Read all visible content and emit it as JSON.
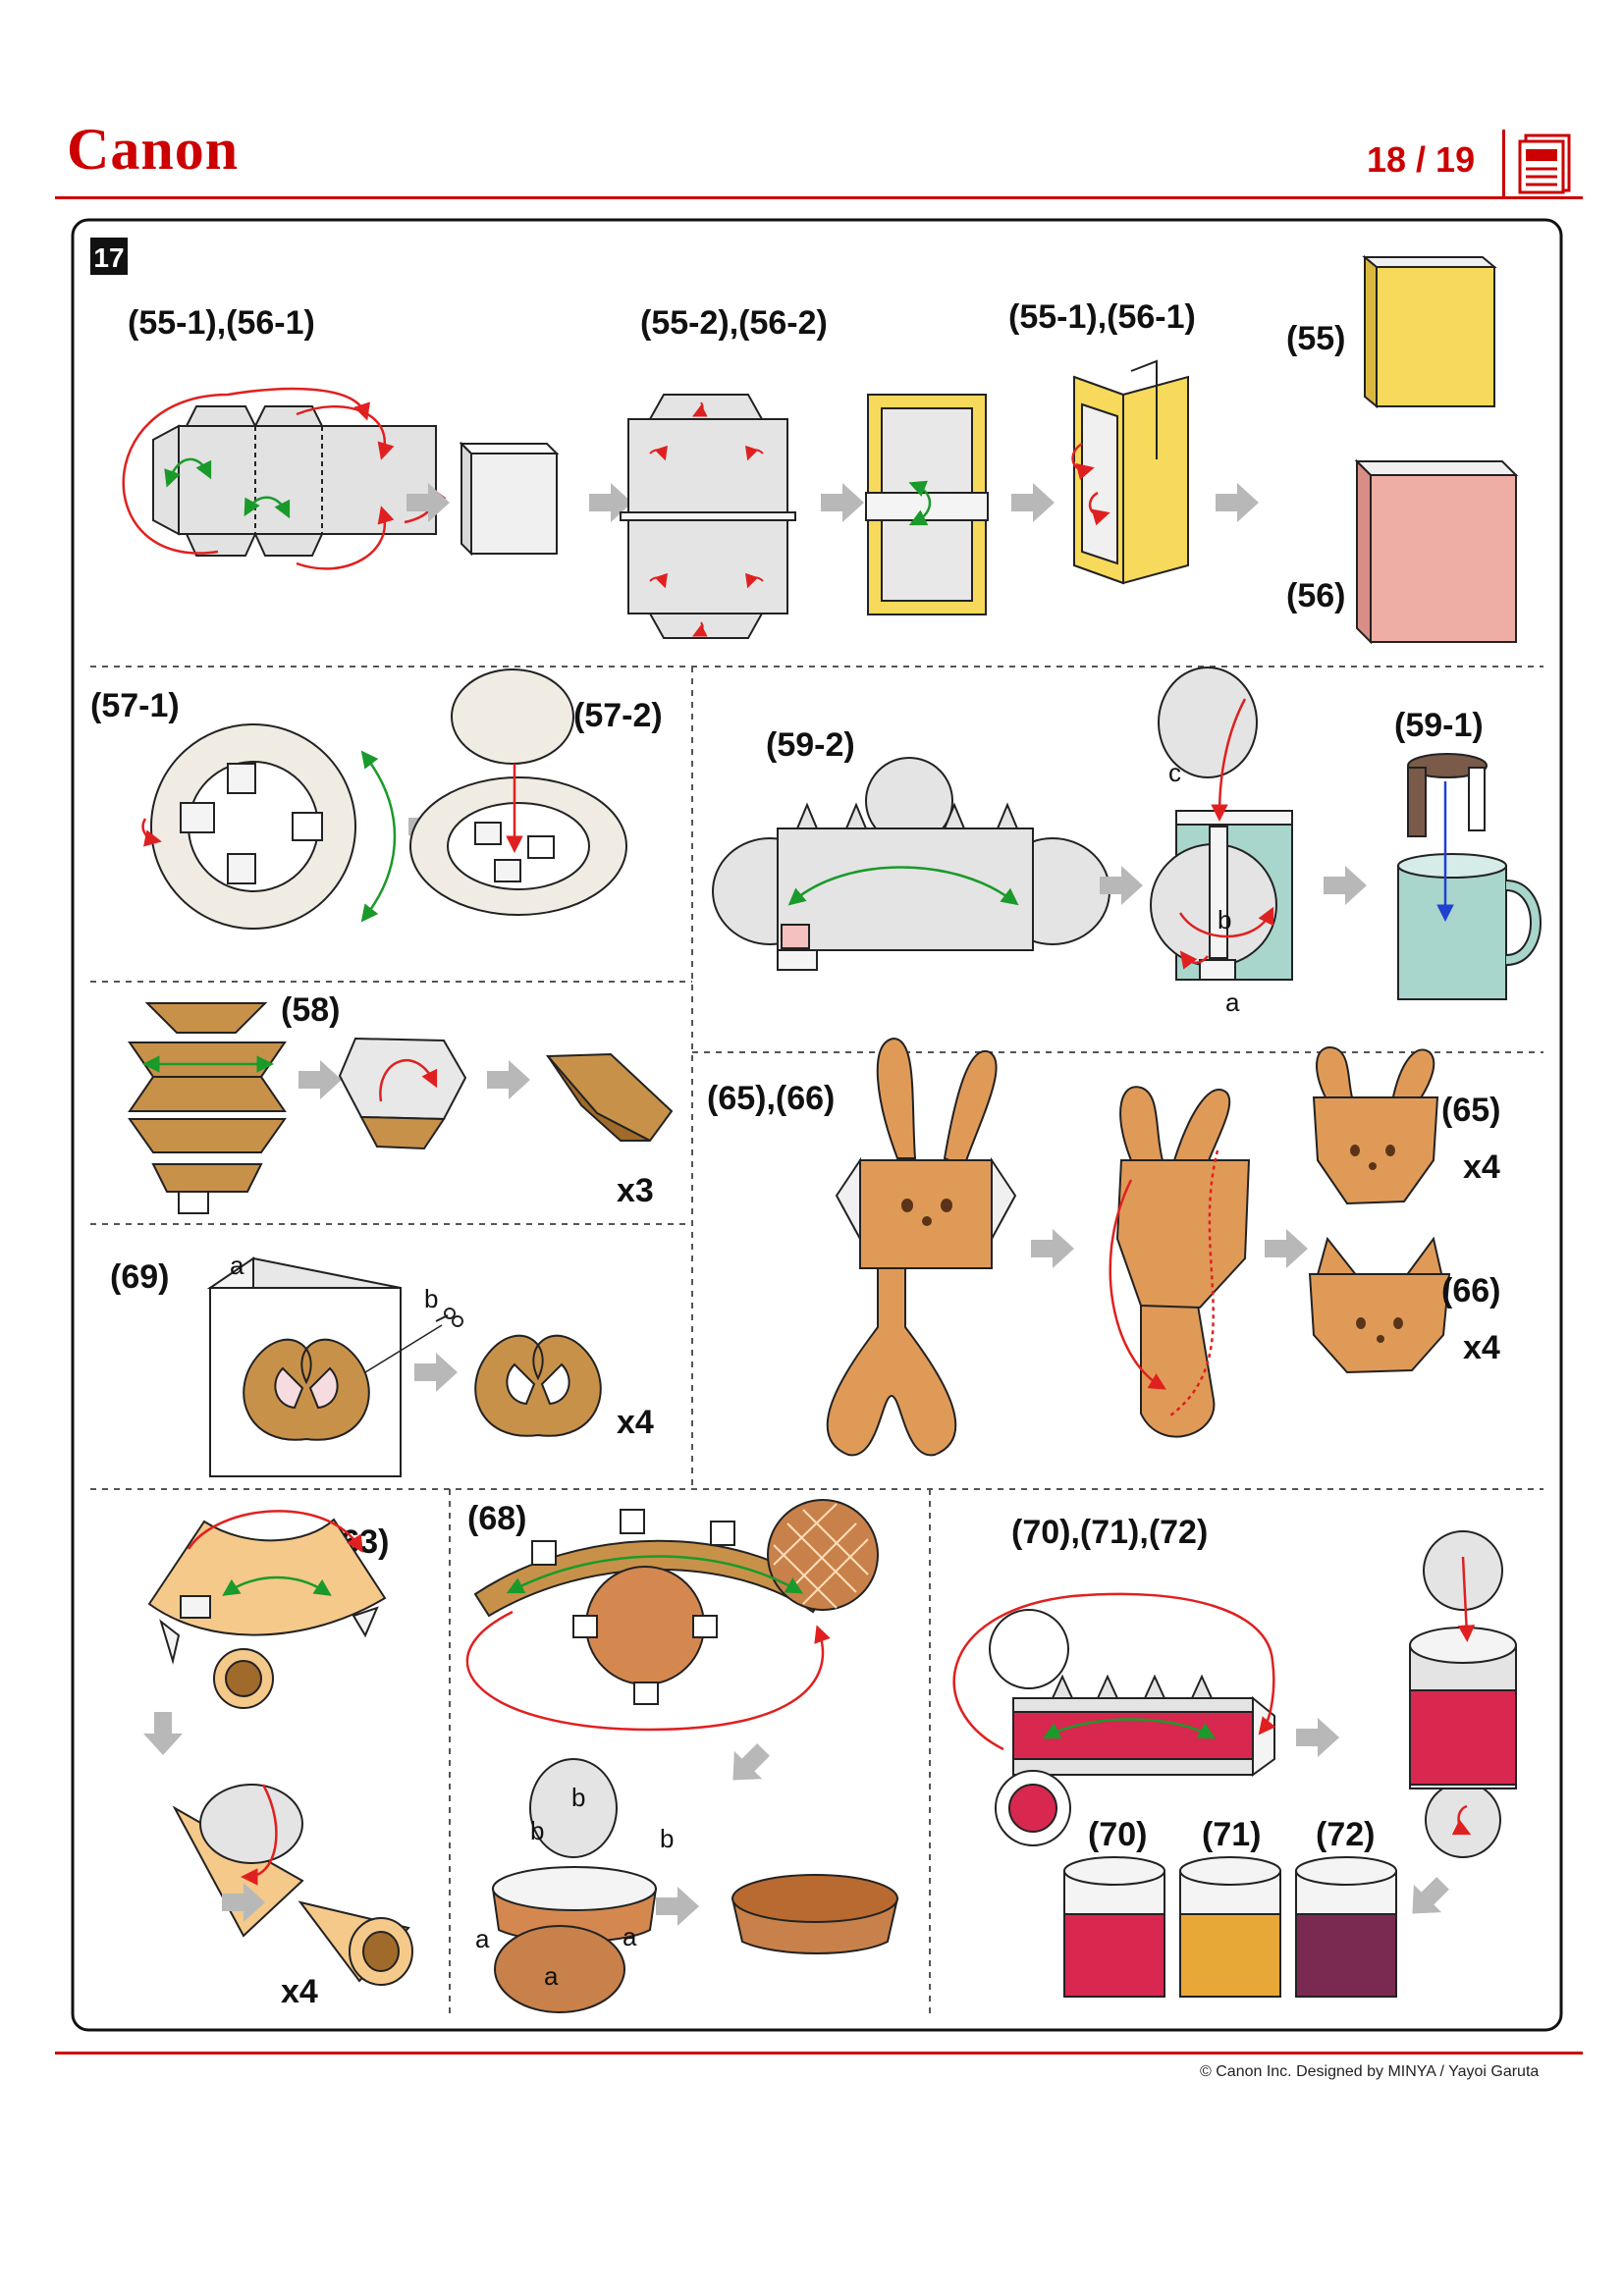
{
  "header": {
    "logo": "Canon",
    "page_number": "18 / 19",
    "page_icon": "page-document-icon"
  },
  "step": {
    "number": "17"
  },
  "labels": {
    "p55_56_a": "(55-1),(56-1)",
    "p55_56_b": "(55-2),(56-2)",
    "p55_56_c": "(55-1),(56-1)",
    "p55": "(55)",
    "p56": "(56)",
    "p57_1": "(57-1)",
    "p57_2": "(57-2)",
    "p59_2": "(59-2)",
    "p59_1": "(59-1)",
    "p59_a": "a",
    "p59_b": "b",
    "p59_c": "c",
    "p58": "(58)",
    "p58_x": "x3",
    "p65_66": "(65),(66)",
    "p65": "(65)",
    "p65_x": "x4",
    "p66": "(66)",
    "p66_x": "x4",
    "p69": "(69)",
    "p69_a": "a",
    "p69_b": "b",
    "p69_x": "x4",
    "p63": "(63)",
    "p63_x": "x4",
    "p68": "(68)",
    "p68_a1": "a",
    "p68_a2": "a",
    "p68_a3": "a",
    "p68_b1": "b",
    "p68_b2": "b",
    "p68_b3": "b",
    "p70_72": "(70),(71),(72)",
    "p70": "(70)",
    "p71": "(71)",
    "p72": "(72)"
  },
  "colors": {
    "brand": "#cc0000",
    "yellow_book": "#f7d95c",
    "pink_book": "#eeada5",
    "mug": "#a8d5cc",
    "pastry": "#d89a4c",
    "red_jar": "#d8284f",
    "orange_jar": "#e8a838",
    "purple_jar": "#7a2a50"
  },
  "footer": {
    "copyright": "© Canon Inc. Designed by MINYA / Yayoi Garuta"
  }
}
